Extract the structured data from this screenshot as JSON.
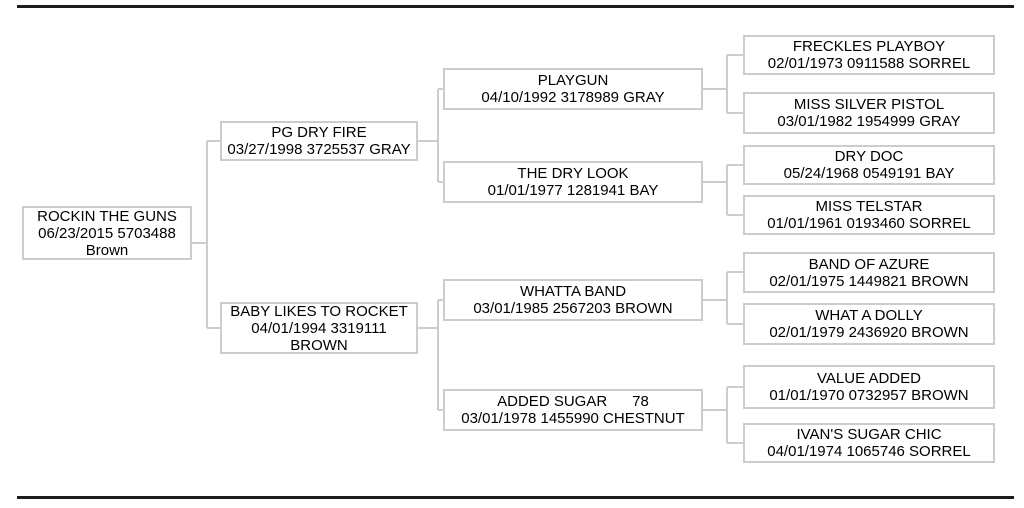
{
  "colors": {
    "background": "#ffffff",
    "text": "#000000",
    "box_border": "#cccccc",
    "connector": "#cccccc",
    "divider": "#1c1c1c"
  },
  "pedigree": {
    "nodes": {
      "subject": {
        "lines": [
          "ROCKIN THE GUNS",
          "06/23/2015 5703488",
          "Brown"
        ]
      },
      "sire": {
        "lines": [
          "PG DRY FIRE",
          "03/27/1998 3725537 GRAY"
        ]
      },
      "dam": {
        "lines": [
          "BABY LIKES TO ROCKET",
          "04/01/1994 3319111",
          "BROWN"
        ]
      },
      "sire_sire": {
        "lines": [
          "PLAYGUN",
          "04/10/1992 3178989 GRAY"
        ]
      },
      "sire_dam": {
        "lines": [
          "THE DRY LOOK",
          "01/01/1977 1281941 BAY"
        ]
      },
      "dam_sire": {
        "lines": [
          "WHATTA BAND",
          "03/01/1985 2567203 BROWN"
        ]
      },
      "dam_dam": {
        "lines": [
          "ADDED SUGAR      78",
          "03/01/1978 1455990 CHESTNUT"
        ]
      },
      "sire_sire_sire": {
        "lines": [
          "FRECKLES PLAYBOY",
          "02/01/1973 0911588 SORREL"
        ]
      },
      "sire_sire_dam": {
        "lines": [
          "MISS SILVER PISTOL",
          "03/01/1982 1954999 GRAY"
        ]
      },
      "sire_dam_sire": {
        "lines": [
          "DRY DOC",
          "05/24/1968 0549191 BAY"
        ]
      },
      "sire_dam_dam": {
        "lines": [
          "MISS TELSTAR",
          "01/01/1961 0193460 SORREL"
        ]
      },
      "dam_sire_sire": {
        "lines": [
          "BAND OF AZURE",
          "02/01/1975 1449821 BROWN"
        ]
      },
      "dam_sire_dam": {
        "lines": [
          "WHAT A DOLLY",
          "02/01/1979 2436920 BROWN"
        ]
      },
      "dam_dam_sire": {
        "lines": [
          "VALUE ADDED",
          "01/01/1970 0732957 BROWN"
        ]
      },
      "dam_dam_dam": {
        "lines": [
          "IVAN'S SUGAR CHIC",
          "04/01/1974 1065746 SORREL"
        ]
      }
    }
  }
}
